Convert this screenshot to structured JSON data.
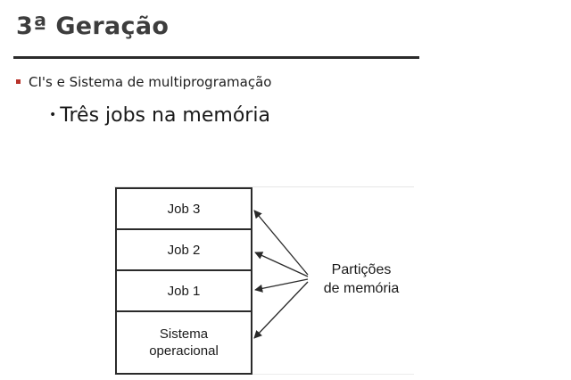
{
  "slide": {
    "title": "3ª Geração",
    "bullets": [
      {
        "text": "CI's  e Sistema de multiprogramação"
      },
      {
        "text": "Três jobs na memória"
      }
    ]
  },
  "diagram": {
    "memory_partitions": [
      {
        "label": "Job 3"
      },
      {
        "label": "Job 2"
      },
      {
        "label": "Job 1"
      },
      {
        "label_line1": "Sistema",
        "label_line2": "operacional"
      }
    ],
    "callout_line1": "Partições",
    "callout_line2": "de memória"
  },
  "colors": {
    "bullet_marker": "#b8322a",
    "title_text": "#3d3d3d",
    "rule": "#2b2b2b"
  }
}
